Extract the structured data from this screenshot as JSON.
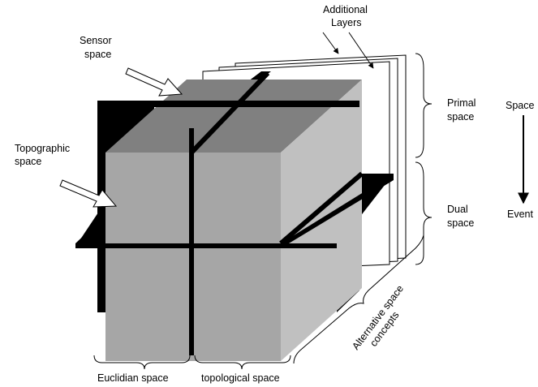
{
  "labels": {
    "additional_layers": [
      "Additional",
      "Layers"
    ],
    "sensor_space": [
      "Sensor",
      "space"
    ],
    "topographic_space": [
      "Topographic",
      "space"
    ],
    "primal_space": [
      "Primal",
      "space"
    ],
    "dual_space": [
      "Dual",
      "space"
    ],
    "space_event": {
      "top": "Space",
      "bottom": "Event"
    },
    "alternative_space": [
      "Alternative space",
      "concepts"
    ],
    "euclidian_space": "Euclidian space",
    "topological_space": "topological space"
  },
  "colors": {
    "cube_front": "#a6a6a6",
    "cube_top": "#808080",
    "cube_side": "#c0c0c0",
    "planes": "#000000",
    "background": "#ffffff"
  },
  "icons": [
    "arrow-icon",
    "brace-icon"
  ]
}
